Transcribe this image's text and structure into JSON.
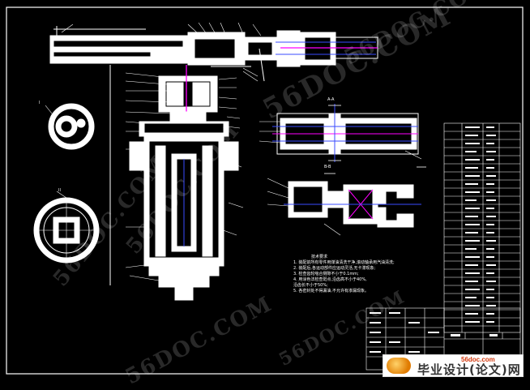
{
  "watermark": {
    "text": "56DOC.COM"
  },
  "section_labels": {
    "view_a": "A-A",
    "view_b": "B-B",
    "section_small_1": "I",
    "section_small_2": "II"
  },
  "tech_requirements": {
    "title": "技术要求",
    "lines": [
      "1. 装配前所有零件用煤油清洗干净,滚动轴承用汽油清洗;",
      "2. 装配后,各运动部件应运动灵活,无卡滞现象;",
      "3. 检查齿轮啮合侧隙不小于0.1mm;",
      "4. 用涂色法检查斑点,沿齿高不小于40%,",
      "   沿齿长不小于50%;",
      "5. 各密封处不得漏油,不允许有渗漏现象。"
    ]
  },
  "brand": {
    "site": "56doc.com",
    "text": "毕业设计(论文)网"
  },
  "colors": {
    "background": "#000000",
    "lines": "#ffffff",
    "accent_magenta": "#ff00ff",
    "accent_blue": "#3a4bff"
  }
}
